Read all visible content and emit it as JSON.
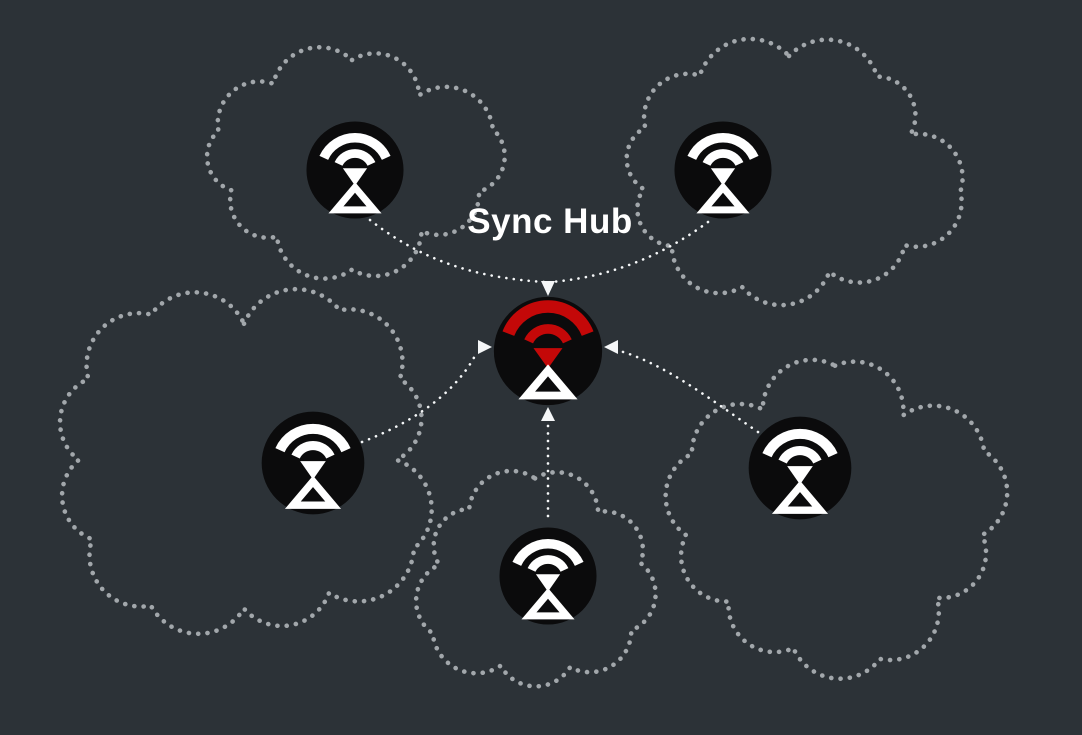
{
  "diagram": {
    "title": "Sync Hub",
    "type": "network-sync-topology",
    "hub": {
      "id": "sync-hub-node",
      "icon": "sync-hub-icon",
      "variant": "red-accent"
    },
    "peers": [
      {
        "id": "peer-top-left",
        "icon": "sync-peer-icon",
        "container": "dotted-cloud"
      },
      {
        "id": "peer-top-right",
        "icon": "sync-peer-icon",
        "container": "dotted-cloud"
      },
      {
        "id": "peer-mid-left",
        "icon": "sync-peer-icon",
        "container": "dotted-cloud"
      },
      {
        "id": "peer-bottom",
        "icon": "sync-peer-icon",
        "container": "dotted-cloud"
      },
      {
        "id": "peer-right",
        "icon": "sync-peer-icon",
        "container": "dotted-cloud"
      }
    ],
    "connections": "all peers point to hub with dotted arrows"
  },
  "colors": {
    "background": "#2c3237",
    "node_circle": "#0b0b0c",
    "icon_white": "#ffffff",
    "accent_red": "#c40808",
    "cloud_dots": "#a2a7ab",
    "arrow": "#f5f7f8"
  }
}
